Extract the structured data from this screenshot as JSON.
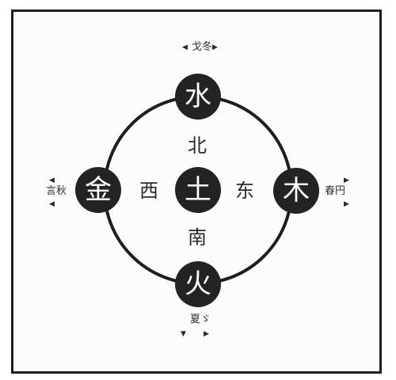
{
  "elements": {
    "water": "水",
    "wood": "木",
    "fire": "火",
    "metal": "金",
    "earth": "土"
  },
  "directions": {
    "north": "北",
    "east": "东",
    "south": "南",
    "west": "西"
  },
  "seasons": {
    "top": "戈冬",
    "right": "春円",
    "bottom": "夏ゞ",
    "left": "言秋"
  },
  "markers": {
    "left": "◀",
    "right": "▶",
    "down": "▼"
  },
  "colors": {
    "node_fill": "#232323",
    "ring_stroke": "#1e1e1e",
    "frame_border": "#1e1e1e"
  }
}
